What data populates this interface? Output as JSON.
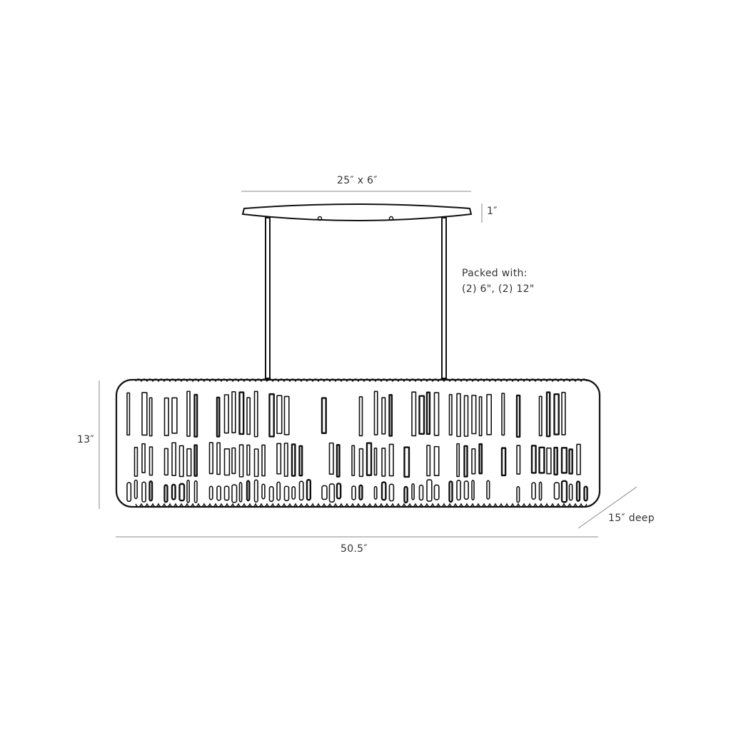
{
  "dimensions": {
    "canopy": "25″ x 6″",
    "canopy_height": "1″",
    "packed_line1": "Packed with:",
    "packed_line2": "(2) 6\", (2) 12\"",
    "height": "13″",
    "width": "50.5″",
    "depth": "15″ deep"
  },
  "colors": {
    "line": "#111111",
    "dim": "#666666",
    "text": "#333333"
  }
}
